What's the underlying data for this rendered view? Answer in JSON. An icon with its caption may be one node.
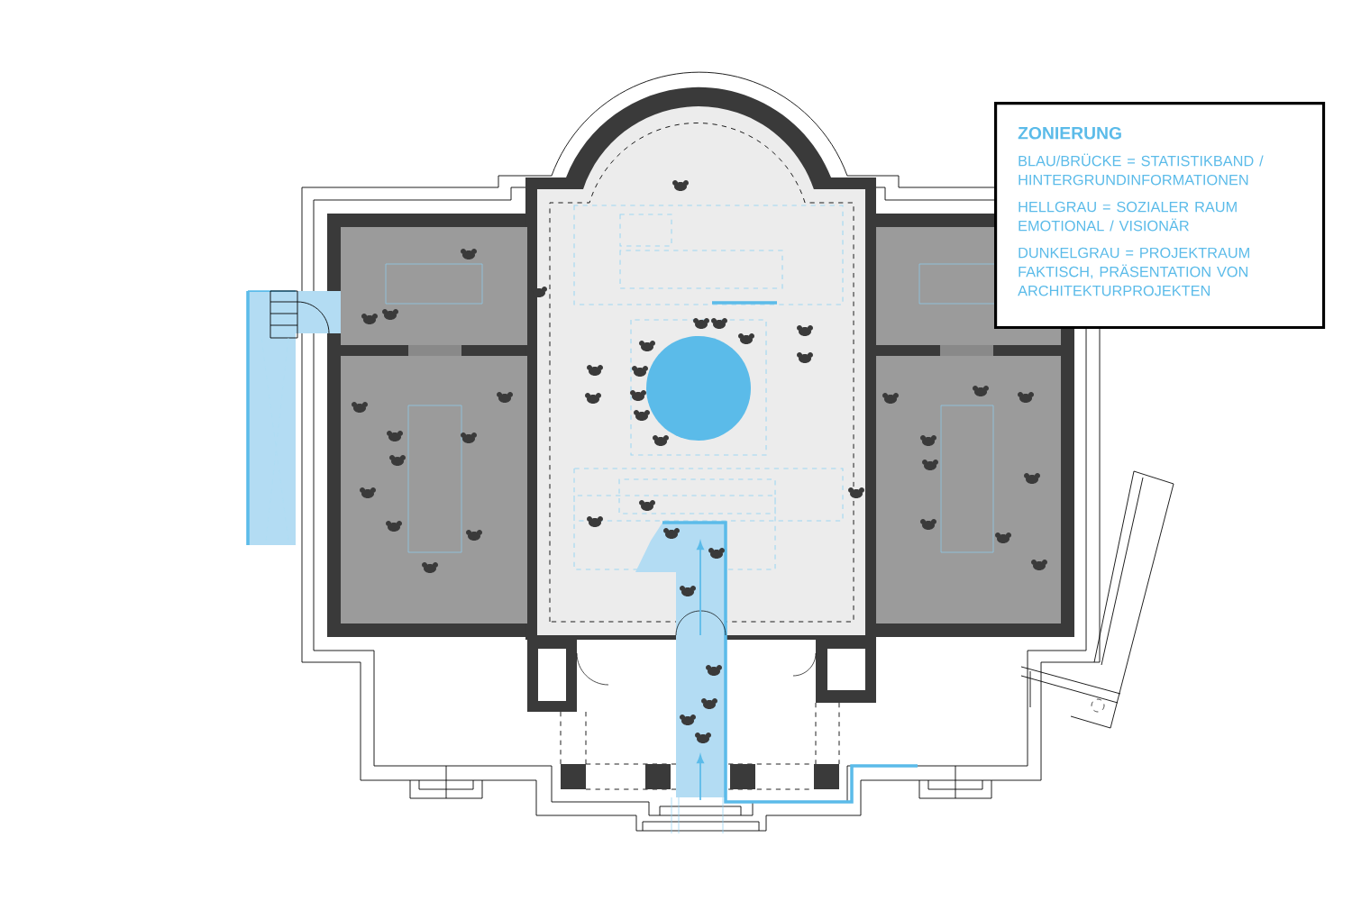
{
  "diagram": {
    "nodes": [
      {
        "text": [
          "ZONIERUNG",
          "BLAU/BRÜCKE = STATISTIKBAND / HINTERGRUNDINFORMATIONEN",
          "HELLGRAU = SOZIALER RAUM EMOTIONAL / VISIONÄR",
          "DUNKELGRAU = PROJEKTRAUM FAKTISCH, PRÄSENTATION VON ARCHITEKTURPROJEKTEN"
        ]
      }
    ]
  }
}
